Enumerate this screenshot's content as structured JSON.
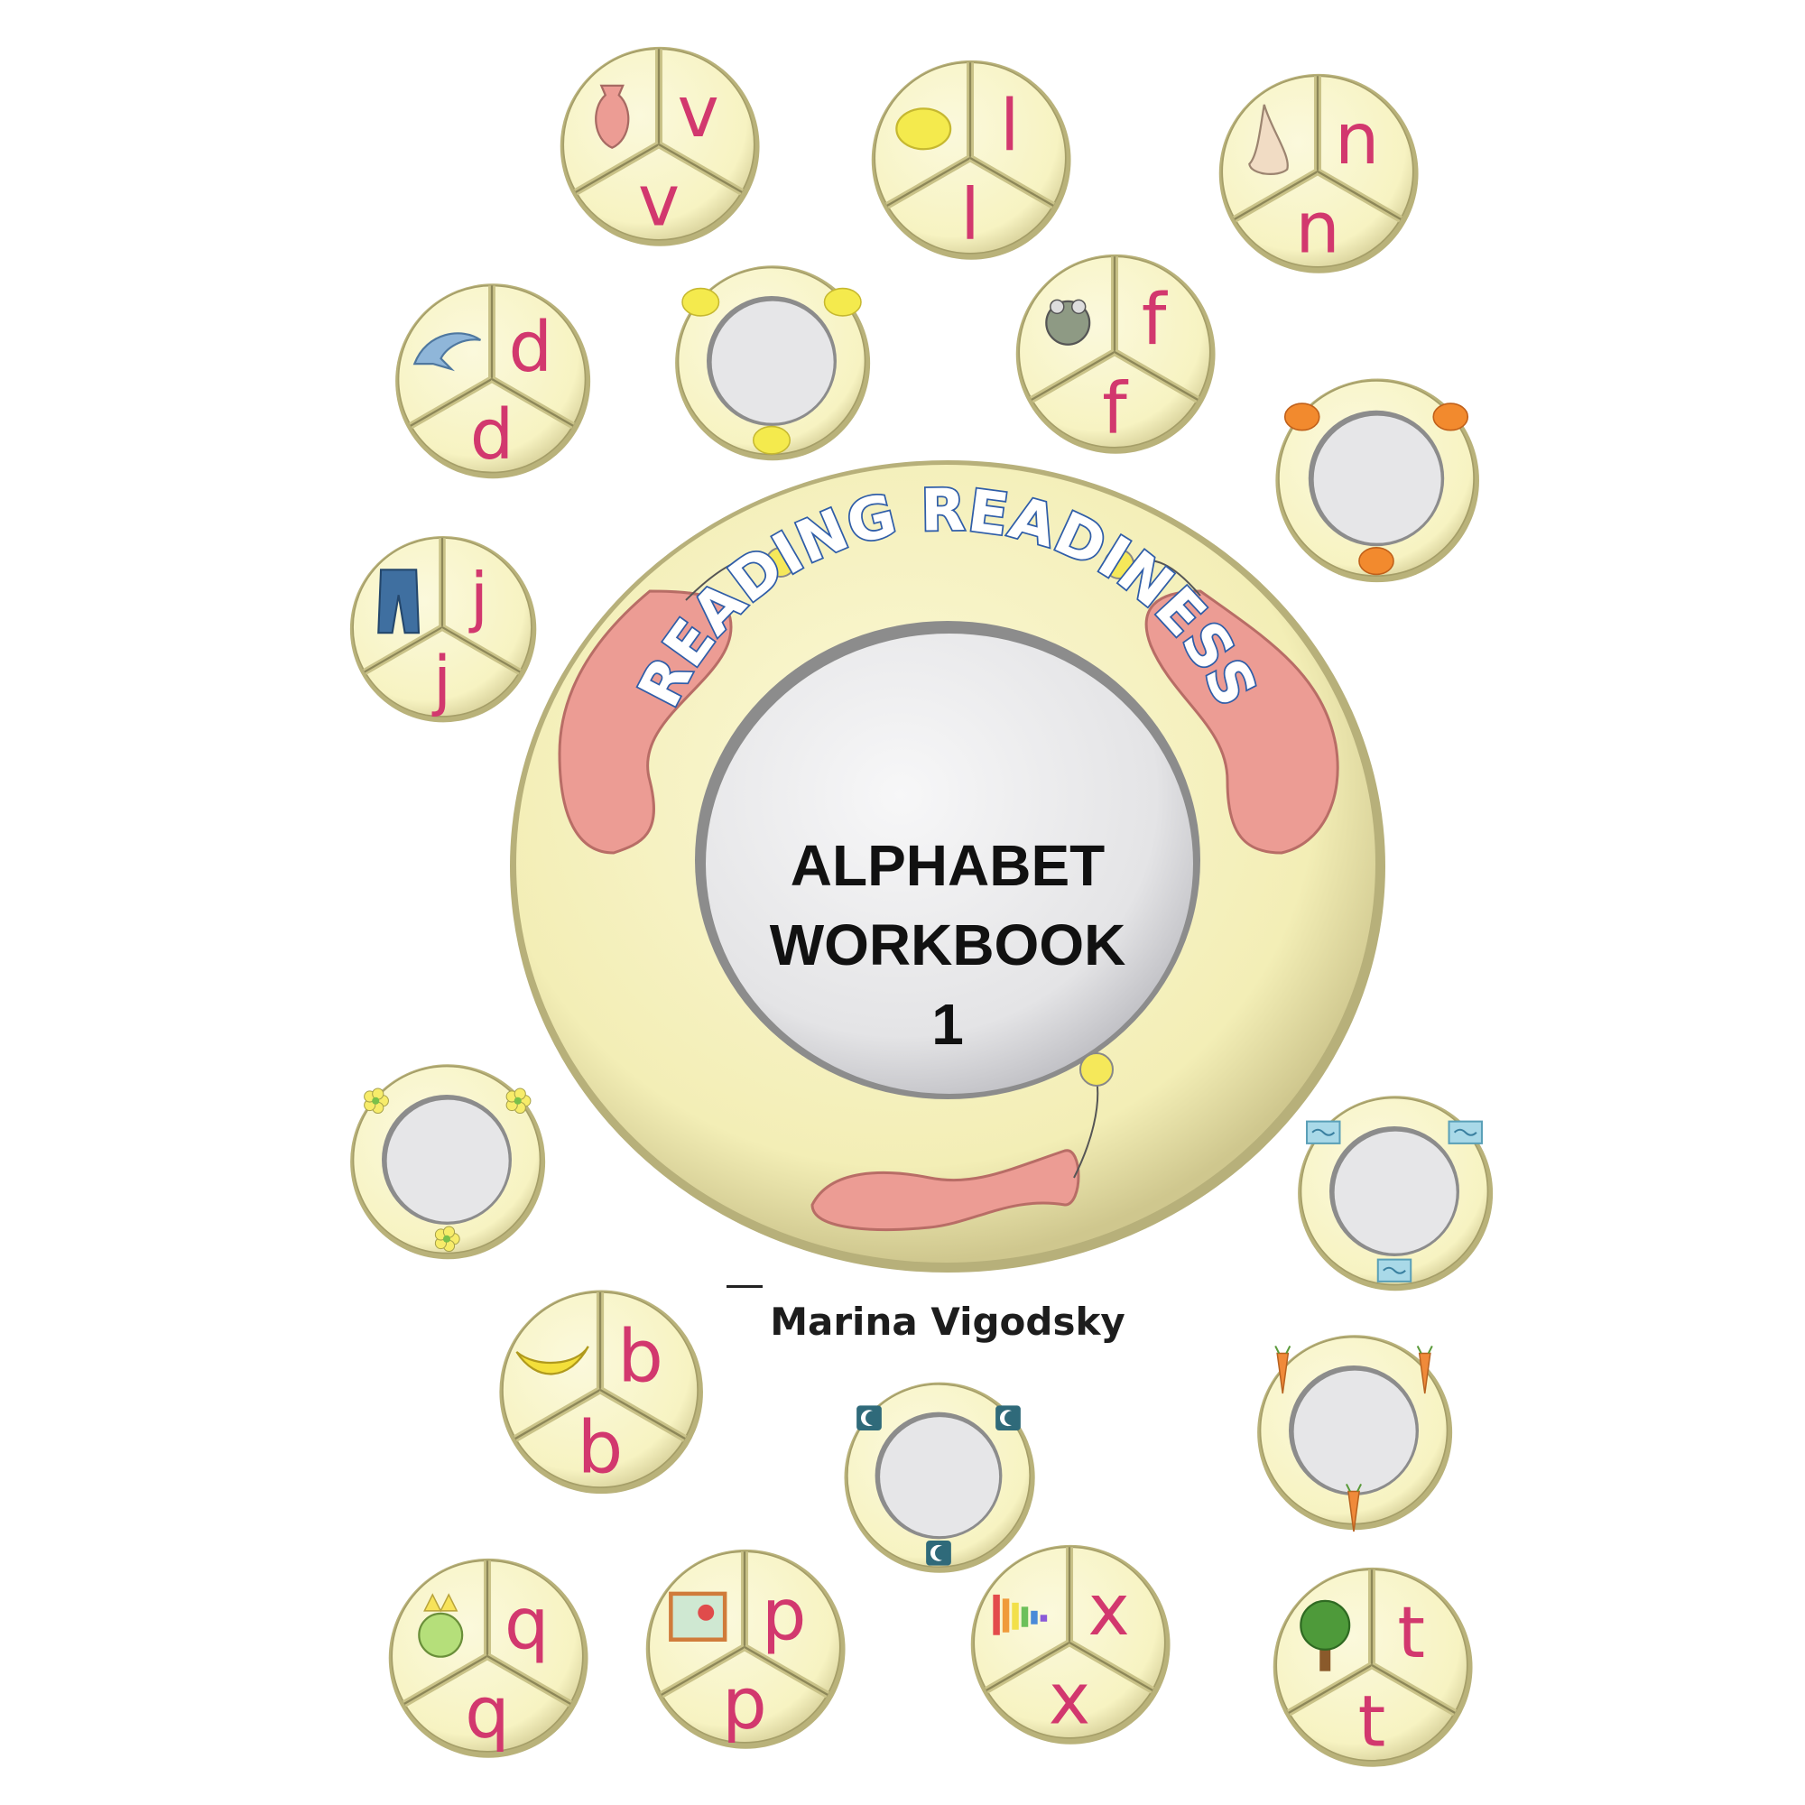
{
  "cover": {
    "series_title": "READING READINESS",
    "title_line_1": "ALPHABET",
    "title_line_2": "WORKBOOK",
    "title_line_3": "1",
    "author": "Marina Vigodsky"
  },
  "colors": {
    "disc_fill": "#f7f3c2",
    "disc_edge": "#b9b27a",
    "letter": "#d2386e",
    "title_outline": "#2f5da8",
    "vase": "#ec9c94"
  },
  "letter_discs": [
    {
      "letter": "v",
      "picture": "vase-icon"
    },
    {
      "letter": "l",
      "picture": "lemon-icon"
    },
    {
      "letter": "n",
      "picture": "nose-icon"
    },
    {
      "letter": "d",
      "picture": "dolphin-icon"
    },
    {
      "letter": "f",
      "picture": "frog-icon"
    },
    {
      "letter": "j",
      "picture": "jeans-icon"
    },
    {
      "letter": "b",
      "picture": "banana-icon"
    },
    {
      "letter": "q",
      "picture": "queen-frog-icon"
    },
    {
      "letter": "p",
      "picture": "picture-frame-icon"
    },
    {
      "letter": "x",
      "picture": "xylophone-icon"
    },
    {
      "letter": "t",
      "picture": "tree-icon"
    }
  ],
  "ring_discs": [
    {
      "picture": "lemon-icon"
    },
    {
      "picture": "orange-icon"
    },
    {
      "picture": "flower-icon"
    },
    {
      "picture": "tile-icon"
    },
    {
      "picture": "moon-card-icon"
    },
    {
      "picture": "carrot-icon"
    }
  ]
}
